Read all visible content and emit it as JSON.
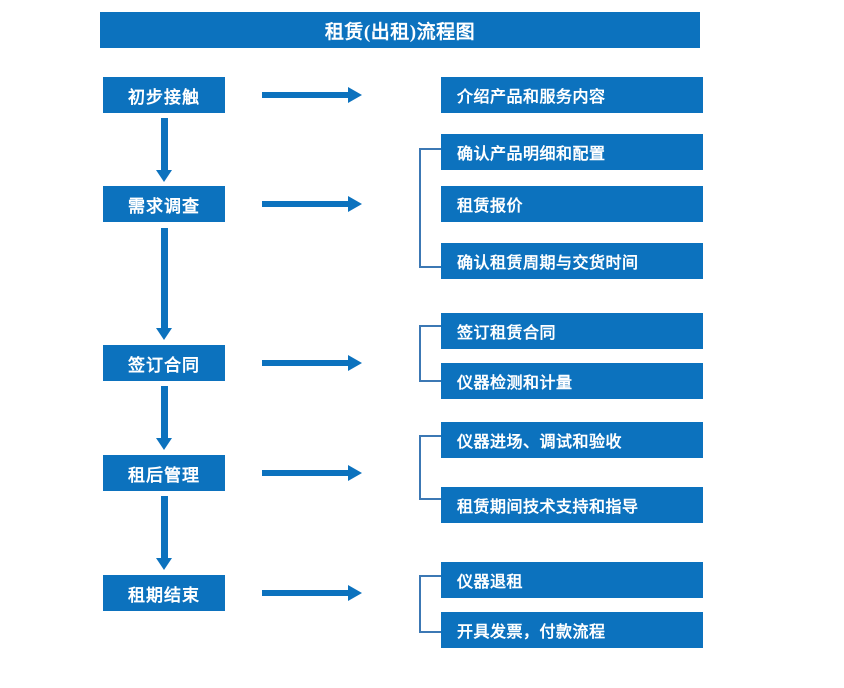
{
  "title": {
    "text": "租赁(出租)流程图"
  },
  "colors": {
    "primary_blue": "#0c72be",
    "bracket_blue": "#3c78b4",
    "text_on_blue": "#ffffff",
    "background": "#ffffff"
  },
  "stages": [
    {
      "id": "initial-contact",
      "label": "初步接触"
    },
    {
      "id": "needs-survey",
      "label": "需求调查"
    },
    {
      "id": "sign-contract",
      "label": "签订合同"
    },
    {
      "id": "post-lease-mgmt",
      "label": "租后管理"
    },
    {
      "id": "lease-end",
      "label": "租期结束"
    }
  ],
  "details": [
    {
      "id": "intro-products",
      "label": "介绍产品和服务内容"
    },
    {
      "id": "confirm-spec",
      "label": "确认产品明细和配置"
    },
    {
      "id": "lease-quote",
      "label": "租赁报价"
    },
    {
      "id": "confirm-period",
      "label": "确认租赁周期与交货时间"
    },
    {
      "id": "sign-lease-deal",
      "label": "签订租赁合同"
    },
    {
      "id": "instrument-test",
      "label": "仪器检测和计量"
    },
    {
      "id": "instrument-arrive",
      "label": "仪器进场、调试和验收"
    },
    {
      "id": "tech-support",
      "label": "租赁期间技术支持和指导"
    },
    {
      "id": "instrument-return",
      "label": "仪器退租"
    },
    {
      "id": "invoice-payment",
      "label": "开具发票，付款流程"
    }
  ],
  "connectors": {
    "horizontal_arrow_icon": "right-arrow-icon",
    "vertical_arrow_icon": "down-arrow-icon",
    "bracket_icon": "group-bracket-icon"
  }
}
